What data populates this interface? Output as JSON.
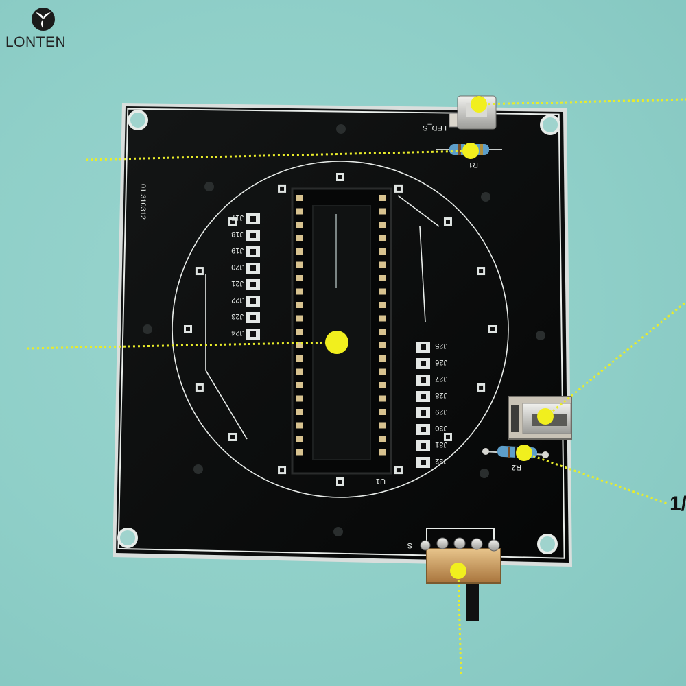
{
  "logo": {
    "text": "LONTEN",
    "icon": "tri-leaf-logo-icon"
  },
  "side_label": "1/",
  "pcb": {
    "labels": {
      "version": "01.310312",
      "led": "LED_S",
      "r1": "R1",
      "r2": "R2",
      "u1": "U1",
      "switch": "S"
    },
    "left_headers": [
      "J17",
      "J18",
      "J19",
      "J20",
      "J21",
      "J22",
      "J23",
      "J24"
    ],
    "right_headers": [
      "J25",
      "J26",
      "J27",
      "J28",
      "J29",
      "J30",
      "J31",
      "J32"
    ]
  },
  "colors": {
    "background": "#8fcfc8",
    "board": "#0b0c0c",
    "silkscreen": "#e8ece9",
    "marker": "#f1ef1e"
  },
  "markers": [
    "led-marker",
    "r1-marker",
    "ic-socket-marker",
    "usb-marker",
    "r2-marker",
    "switch-marker"
  ]
}
